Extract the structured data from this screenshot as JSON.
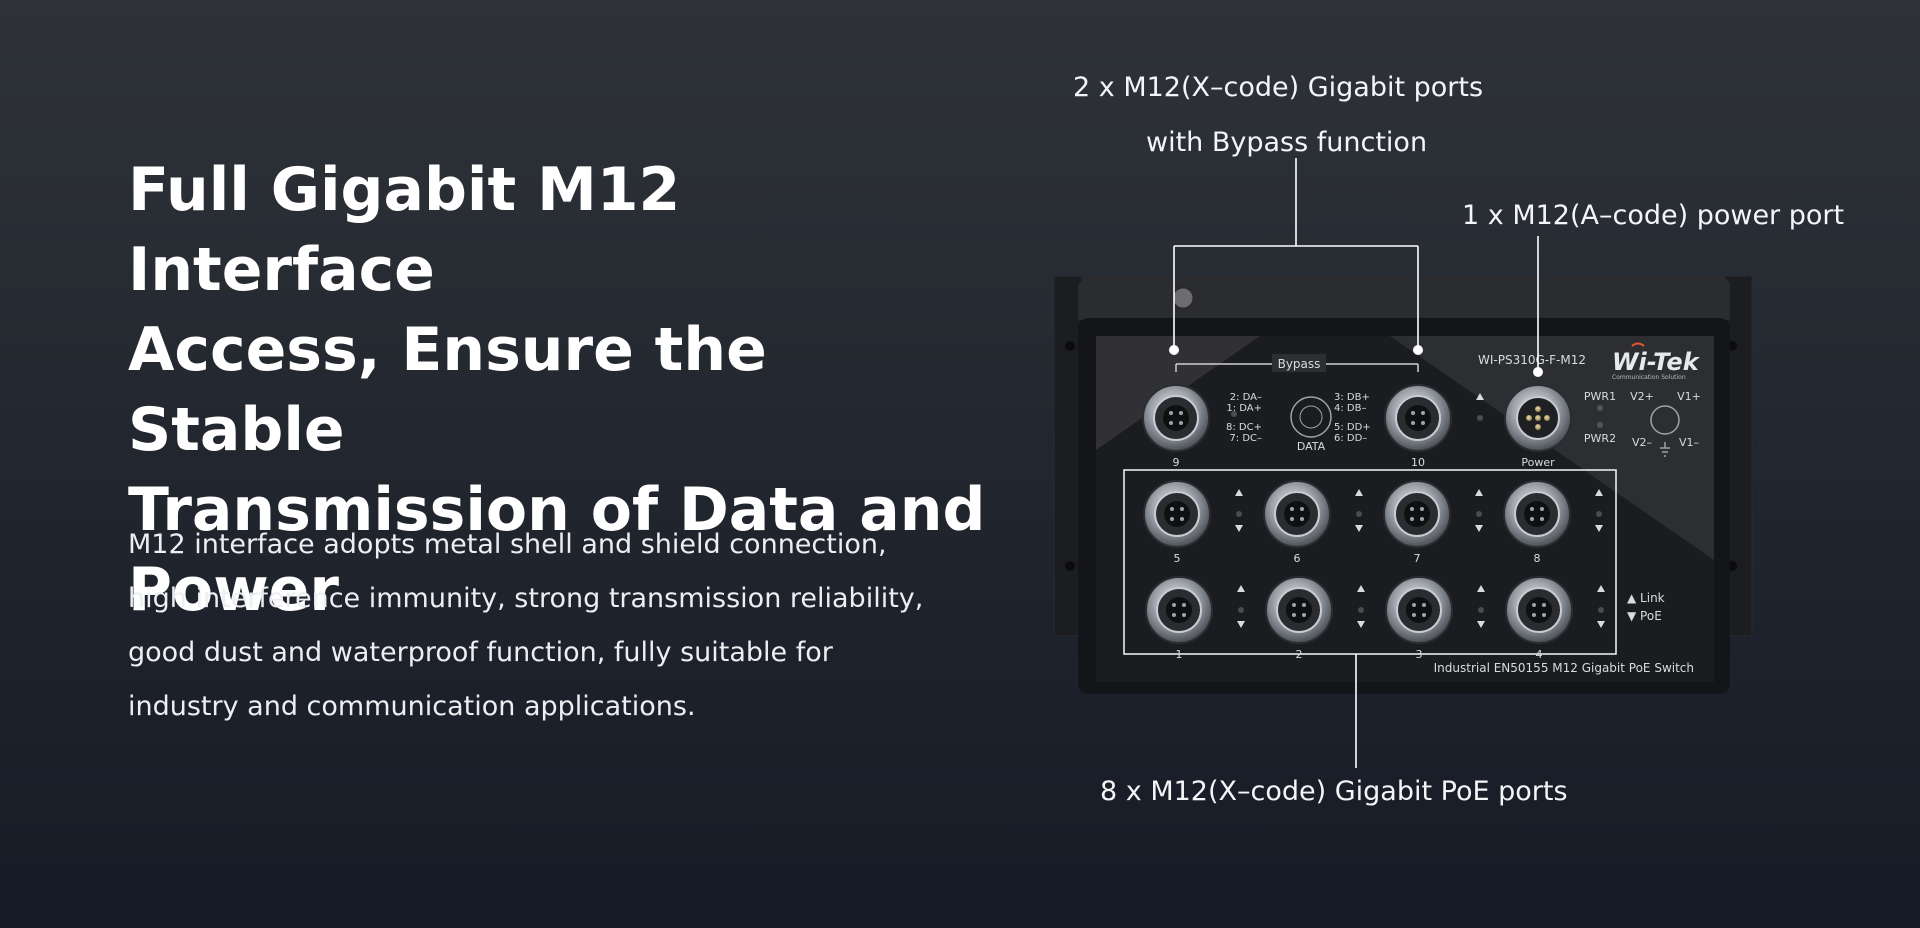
{
  "heading": {
    "line1": "Full Gigabit M12 Interface",
    "line2": "Access, Ensure the Stable",
    "line3": "Transmission of Data and",
    "line4": "Power"
  },
  "description": {
    "line1": "M12 interface adopts metal shell and shield connection,",
    "line2": "high interference immunity, strong transmission reliability,",
    "line3": "good dust and waterproof function, fully suitable for",
    "line4": "industry and communication applications."
  },
  "callouts": {
    "bypass_line1": "2 x M12(X–code) Gigabit ports",
    "bypass_line2": "with Bypass function",
    "power": "1 x M12(A–code) power port",
    "poe": "8 x M12(X–code) Gigabit PoE ports"
  },
  "device": {
    "brand": "Wi-Tek",
    "brand_tagline": "Communication Solution",
    "model": "WI-PS310G-F-M12",
    "bypass_label": "Bypass",
    "data_label": "DATA",
    "power_label": "Power",
    "pwr1": "PWR1",
    "pwr2": "PWR2",
    "v2plus": "V2+",
    "v1plus": "V1+",
    "v2minus": "V2–",
    "v1minus": "V1–",
    "pin_da_minus": "2: DA–",
    "pin_da_plus": "1: DA+",
    "pin_dc_plus": "8: DC+",
    "pin_dc_minus": "7: DC–",
    "pin_db_plus": "3: DB+",
    "pin_db_minus": "4: DB–",
    "pin_dd_plus": "5: DD+",
    "pin_dd_minus": "6: DD–",
    "legend_link": "▲ Link",
    "legend_poe": "▼ PoE",
    "footer": "Industrial EN50155 M12 Gigabit PoE Switch",
    "ports": [
      "9",
      "10",
      "5",
      "6",
      "7",
      "8",
      "1",
      "2",
      "3",
      "4"
    ]
  },
  "colors": {
    "background_top": "#2f3339",
    "background_bottom": "#161b27",
    "brand_accent": "#e8572a"
  }
}
